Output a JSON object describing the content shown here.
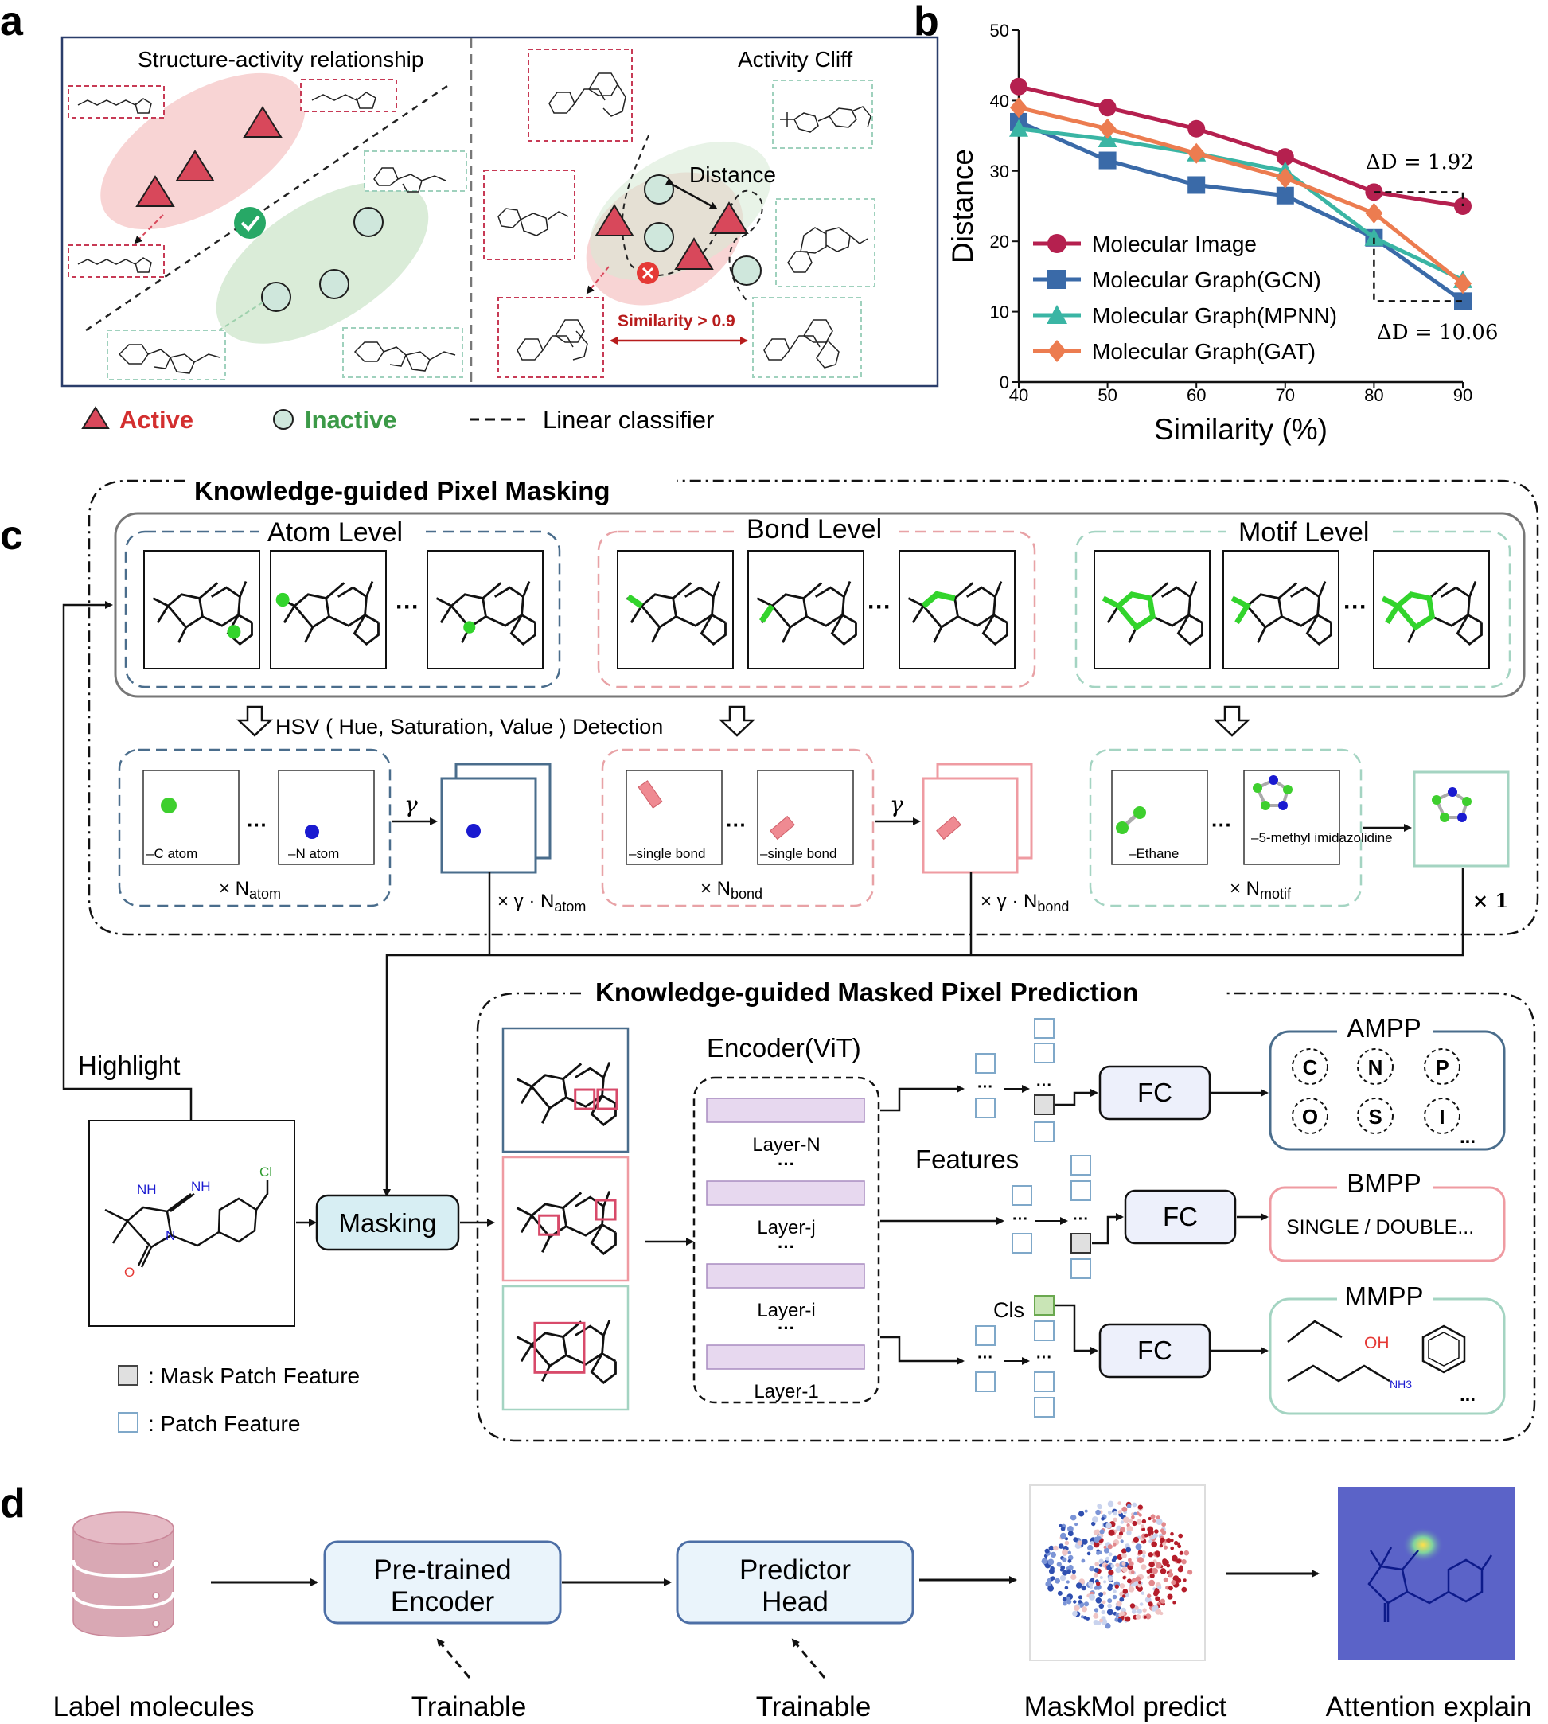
{
  "panels": {
    "a": "a",
    "b": "b",
    "c": "c",
    "d": "d"
  },
  "panel_a": {
    "left_title": "Structure-activity relationship",
    "right_title": "Activity Cliff",
    "distance_label": "Distance",
    "similarity_label": "Similarity > 0.9",
    "legend": {
      "active": "Active",
      "inactive": "Inactive",
      "classifier": "Linear classifier"
    },
    "colors": {
      "active": "#d8485b",
      "inactive": "#cfe7dc",
      "inactive_text": "#3c9a48",
      "active_text": "#d32f2f"
    }
  },
  "chart_data": {
    "type": "line",
    "x": [
      40,
      50,
      60,
      70,
      80,
      90
    ],
    "xlabel": "Similarity (%)",
    "ylabel": "Distance",
    "xlim": [
      40,
      90
    ],
    "ylim": [
      0,
      50
    ],
    "xticks": [
      "40",
      "50",
      "60",
      "70",
      "80",
      "90"
    ],
    "yticks": [
      "0",
      "10",
      "20",
      "30",
      "40",
      "50"
    ],
    "grid": false,
    "legend_position": "bottom-left",
    "series": [
      {
        "name": "Molecular Image",
        "color": "#b5204f",
        "marker": "circle",
        "values": [
          42,
          39,
          36,
          32,
          27,
          25
        ]
      },
      {
        "name": "Molecular Graph(GCN)",
        "color": "#3a6aa8",
        "marker": "square",
        "values": [
          37,
          31.5,
          28,
          26.5,
          20.5,
          11.5
        ]
      },
      {
        "name": "Molecular Graph(MPNN)",
        "color": "#3ab5a4",
        "marker": "triangle",
        "values": [
          36,
          34.5,
          32.5,
          30,
          20.5,
          14.5
        ]
      },
      {
        "name": "Molecular Graph(GAT)",
        "color": "#ec7c50",
        "marker": "diamond",
        "values": [
          39,
          36,
          32.5,
          29,
          24,
          14
        ]
      }
    ],
    "annotations": [
      "ΔD = 1.92",
      "ΔD = 10.06"
    ]
  },
  "panel_c": {
    "section1_title": "Knowledge-guided Pixel Masking",
    "atom_level": "Atom Level",
    "bond_level": "Bond Level",
    "motif_level": "Motif Level",
    "hsv": "HSV ( Hue, Saturation, Value ) Detection",
    "ellipsis": "···",
    "gamma": "γ",
    "c_atom": "–C atom",
    "n_atom": "–N atom",
    "single_bond": "–single bond",
    "ethane": "–Ethane",
    "methyl": "–5-methyl imidazolidine",
    "times_n_atom": "× N",
    "sub_atom": "atom",
    "times_n_bond": "× N",
    "sub_bond": "bond",
    "times_n_motif": "× N",
    "sub_motif": "motif",
    "times_gamma_atom": "× γ · N",
    "times_gamma_bond": "× γ · N",
    "times_one": "× 1",
    "section2_title": "Knowledge-guided Masked Pixel Prediction",
    "highlight": "Highlight",
    "masking": "Masking",
    "encoder": "Encoder(ViT)",
    "layers": [
      "Layer-N",
      "Layer-j",
      "Layer-i",
      "Layer-1"
    ],
    "features": "Features",
    "cls": "Cls",
    "fc": "FC",
    "ampp": "AMPP",
    "bmpp": "BMPP",
    "mmpp": "MMPP",
    "atoms": [
      "C",
      "N",
      "P",
      "O",
      "S",
      "I"
    ],
    "bond_types": "SINGLE / DOUBLE...",
    "more": "...",
    "mask_patch": ": Mask Patch Feature",
    "patch": ": Patch Feature",
    "atom_labels": {
      "nh": "NH",
      "n": "N",
      "o": "O",
      "cl": "Cl",
      "oh": "OH",
      "nh3": "NH3"
    }
  },
  "panel_d": {
    "pretrained": [
      "Pre-trained",
      "Encoder"
    ],
    "predictor": [
      "Predictor",
      "Head"
    ],
    "trainable": "Trainable",
    "label_molecules": "Label molecules",
    "maskmol_predict": "MaskMol predict",
    "attention_explain": "Attention explain"
  }
}
